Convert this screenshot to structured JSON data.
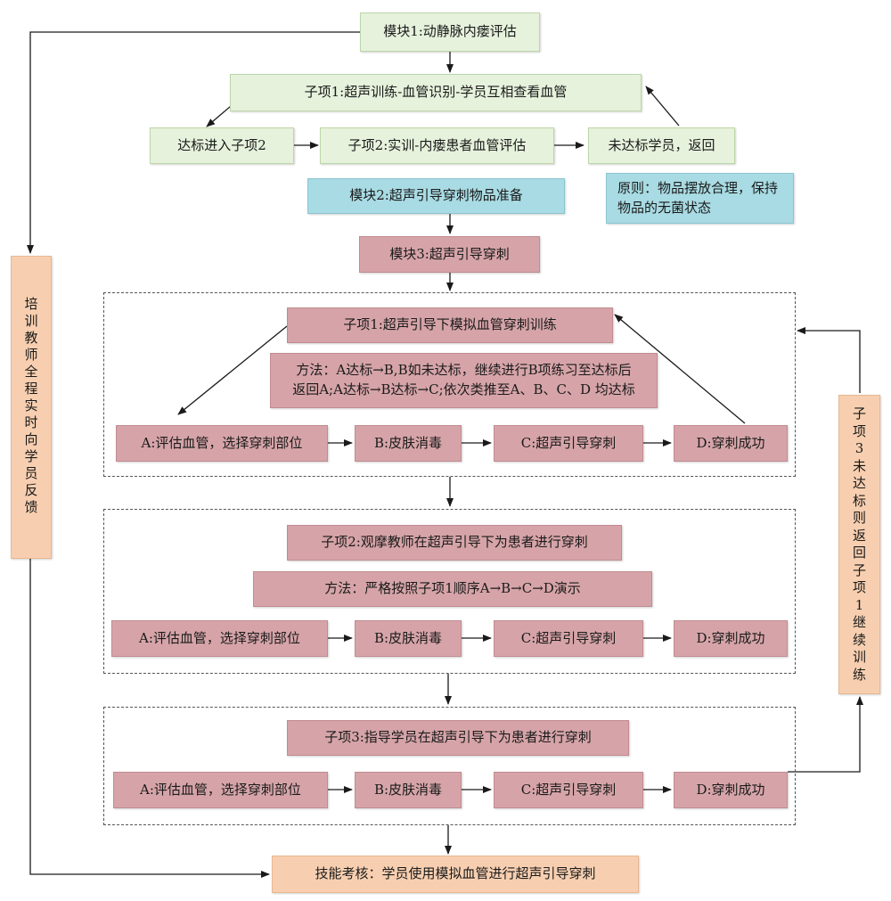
{
  "module1": "模块1:动静脉内瘘评估",
  "module1_sub1": "子项1:超声训练-血管识别-学员互相查看血管",
  "module1_pass": "达标进入子项2",
  "module1_sub2": "子项2:实训-内瘘患者血管评估",
  "module1_fail": "未达标学员，返回",
  "module2": "模块2:超声引导穿刺物品准备",
  "principle": "原则：物品摆放合理，保持物品的无菌状态",
  "module3": "模块3:超声引导穿刺",
  "section1": {
    "title": "子项1:超声引导下模拟血管穿刺训练",
    "method_line1": "方法：A达标→B,B如未达标，继续进行B项练习至达标后",
    "method_line2": "返回A;A达标→B达标→C;依次类推至A、B、C、D  均达标",
    "steps": [
      "A:评估血管，选择穿刺部位",
      "B:皮肤消毒",
      "C:超声引导穿刺",
      "D:穿刺成功"
    ]
  },
  "section2": {
    "title": "子项2:观摩教师在超声引导下为患者进行穿刺",
    "method": "方法：严格按照子项1顺序A→B→C→D演示",
    "steps": [
      "A:评估血管，选择穿刺部位",
      "B:皮肤消毒",
      "C:超声引导穿刺",
      "D:穿刺成功"
    ]
  },
  "section3": {
    "title": "子项3:指导学员在超声引导下为患者进行穿刺",
    "steps": [
      "A:评估血管，选择穿刺部位",
      "B:皮肤消毒",
      "C:超声引导穿刺",
      "D:穿刺成功"
    ]
  },
  "left_vertical": [
    "培",
    "训",
    "教",
    "师",
    "全",
    "程",
    "实",
    "时",
    "向",
    "学",
    "员",
    "反",
    "馈"
  ],
  "right_vertical": [
    "子",
    "项",
    "3",
    "未",
    "达",
    "标",
    "则",
    "返",
    "回",
    "子",
    "项",
    "1",
    "继",
    "续",
    "训",
    "练"
  ],
  "final": "技能考核：学员使用模拟血管进行超声引导穿刺",
  "colors": {
    "green": "#e6f2dc",
    "blue": "#a8dbe3",
    "pink": "#d6a4a8",
    "peach": "#f7cfb0"
  }
}
